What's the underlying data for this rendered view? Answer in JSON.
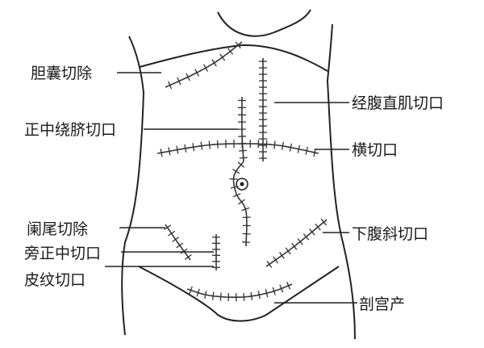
{
  "labels": {
    "gallbladder": "胆囊切除",
    "rectus": "经腹直肌切口",
    "midline_umbilical": "正中绕脐切口",
    "transverse": "横切口",
    "appendectomy": "阑尾切除",
    "lower_oblique": "下腹斜切口",
    "paramedian": "旁正中切口",
    "skin_crease": "皮纹切口",
    "cesarean": "剖宫产"
  }
}
